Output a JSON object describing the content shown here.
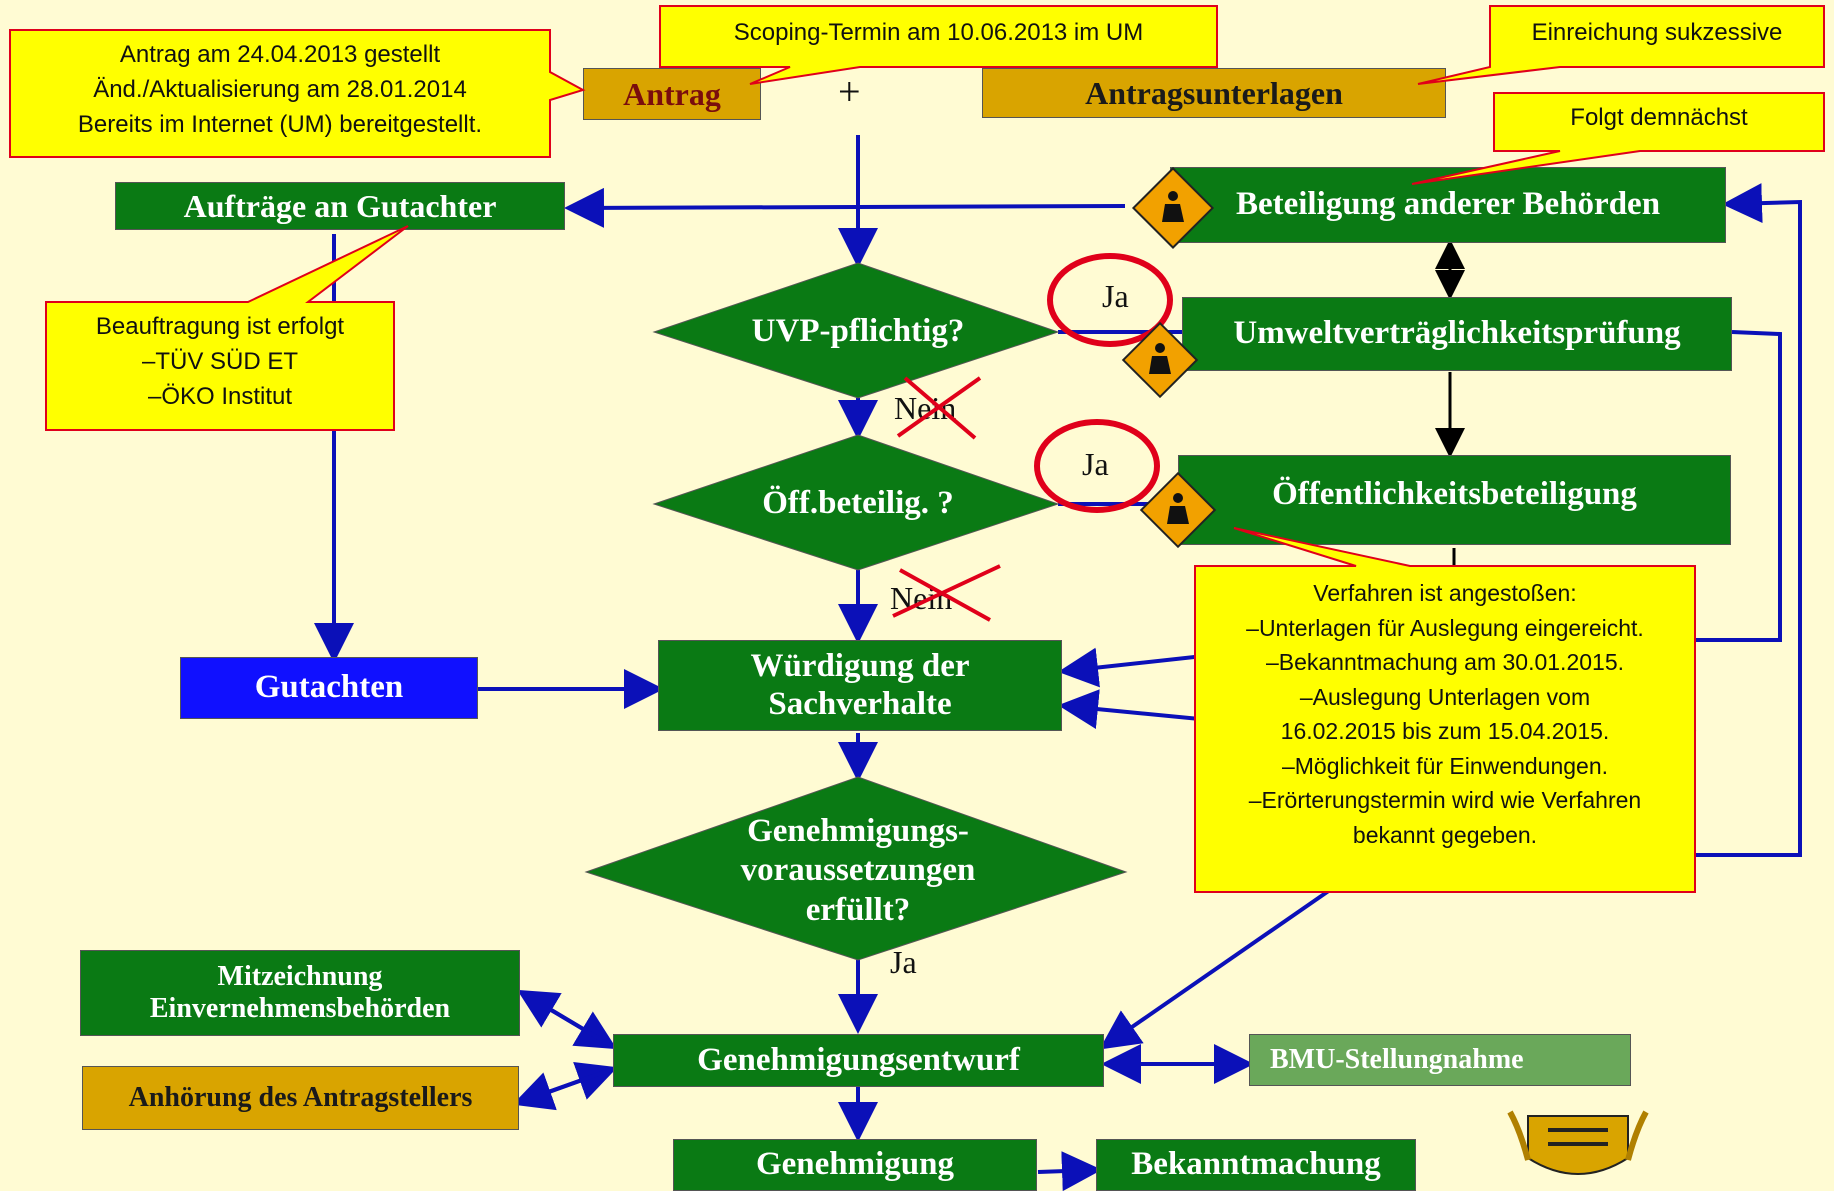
{
  "boxes": {
    "antrag": "Antrag",
    "antragsunterlagen": "Antragsunterlagen",
    "auftraege": "Aufträge  an Gutachter",
    "beteiligung": "Beteiligung anderer Behörden",
    "uvp": "Umweltverträglichkeitsprüfung",
    "oeffentlichkeit": "Öffentlichkeitsbeteiligung",
    "gutachten": "Gutachten",
    "wuerdigung_1": "Würdigung der",
    "wuerdigung_2": "Sachverhalte",
    "mitzeichnung_1": "Mitzeichnung",
    "mitzeichnung_2": "Einvernehmensbehörden",
    "anhoerung": "Anhörung des Antragstellers",
    "entwurf": "Genehmigungsentwurf",
    "bmu": "BMU-Stellungnahme",
    "genehmigung": "Genehmigung",
    "bekanntmachung": "Bekanntmachung"
  },
  "decisions": {
    "uvp_pflichtig": "UVP-pflichtig?",
    "oeff_beteilig": "Öff.beteilig. ?",
    "genehmigung_1": "Genehmigungs-",
    "genehmigung_2": "voraussetzungen",
    "genehmigung_3": "erfüllt?"
  },
  "labels": {
    "plus": "+",
    "ja": "Ja",
    "nein": "Nein"
  },
  "callouts": {
    "antrag": [
      "Antrag am 24.04.2013 gestellt",
      "Änd./Aktualisierung am  28.01.2014",
      "Bereits im Internet (UM) bereitgestellt."
    ],
    "scoping": "Scoping-Termin am  10.06.2013 im UM",
    "einreichung": "Einreichung sukzessive",
    "folgt": "Folgt demnächst",
    "beauftragung": [
      "Beauftragung  ist erfolgt",
      "–TÜV SÜD ET",
      "–ÖKO Institut"
    ],
    "verfahren": [
      "Verfahren ist angestoßen:",
      "–Unterlagen für Auslegung eingereicht.",
      "–Bekanntmachung am 30.01.2015.",
      "–Auslegung Unterlagen vom",
      "16.02.2015 bis zum 15.04.2015.",
      "–Möglichkeit für Einwendungen.",
      "–Erörterungstermin wird wie Verfahren",
      "bekannt gegeben."
    ]
  },
  "icons": [
    "construction-sign-icon",
    "coat-of-arms-icon"
  ],
  "colors": {
    "background": "#fffbd3",
    "green": "#0a7a14",
    "gold": "#d9a400",
    "blue": "#1010ff",
    "callout": "#ffff00",
    "arrow": "#0b10b8",
    "highlight": "#e0001a"
  }
}
